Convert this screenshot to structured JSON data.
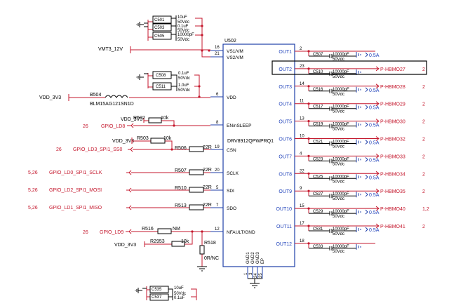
{
  "ic": {
    "ref": "U502",
    "part": "DRV8912QPWPRQ1",
    "left_pins": [
      {
        "name": "VS1/VM",
        "num": "16"
      },
      {
        "name": "VS2/VM",
        "num": "21"
      },
      {
        "name": "VDD",
        "num": "6"
      },
      {
        "name": "EN/nSLEEP",
        "num": "8"
      },
      {
        "name": "CSN",
        "num": "19"
      },
      {
        "name": "SCLK",
        "num": "20"
      },
      {
        "name": "SDI",
        "num": "5"
      },
      {
        "name": "SDO",
        "num": "7"
      },
      {
        "name": "NFAULT/GND",
        "num": "12"
      }
    ],
    "bottom_pins": [
      {
        "name": "GND1",
        "num": "1"
      },
      {
        "name": "GND2",
        "num": "3"
      },
      {
        "name": "GND3",
        "num": "24"
      },
      {
        "name": "EP",
        "num": "25"
      }
    ],
    "outputs": [
      {
        "name": "OUT1",
        "num": "2",
        "cap": "C507",
        "val": "10000pF",
        "volt": "50Vdc",
        "net": "",
        "sheet": "",
        "current": "0.5A"
      },
      {
        "name": "OUT2",
        "num": "23",
        "cap": "C510",
        "val": "10000pF",
        "volt": "50Vdc",
        "net": "P-HBMO27",
        "sheet": "2",
        "current": ""
      },
      {
        "name": "OUT3",
        "num": "14",
        "cap": "C516",
        "val": "10000pF",
        "volt": "50Vdc",
        "net": "P-HBMO28",
        "sheet": "2",
        "current": "0.5A"
      },
      {
        "name": "OUT4",
        "num": "11",
        "cap": "C517",
        "val": "10000pF",
        "volt": "50Vdc",
        "net": "P-HBMO29",
        "sheet": "2",
        "current": "0.5A"
      },
      {
        "name": "OUT5",
        "num": "13",
        "cap": "C519",
        "val": "10000pF",
        "volt": "50Vdc",
        "net": "P-HBMO30",
        "sheet": "2",
        "current": "0.5A"
      },
      {
        "name": "OUT6",
        "num": "10",
        "cap": "C521",
        "val": "10000pF",
        "volt": "50Vdc",
        "net": "P-HBMO32",
        "sheet": "2",
        "current": "0.5A"
      },
      {
        "name": "OUT7",
        "num": "4",
        "cap": "C523",
        "val": "10000pF",
        "volt": "50Vdc",
        "net": "P-HBMO33",
        "sheet": "2",
        "current": "0.5A"
      },
      {
        "name": "OUT8",
        "num": "22",
        "cap": "C525",
        "val": "10000pF",
        "volt": "50Vdc",
        "net": "P-HBMO34",
        "sheet": "2",
        "current": "0.5A"
      },
      {
        "name": "OUT9",
        "num": "9",
        "cap": "C527",
        "val": "10000pF",
        "volt": "50Vdc",
        "net": "P-HBMO35",
        "sheet": "2",
        "current": "0.5A"
      },
      {
        "name": "OUT10",
        "num": "15",
        "cap": "C529",
        "val": "10000pF",
        "volt": "50Vdc",
        "net": "P-HBMO40",
        "sheet": "1,2",
        "current": "0.5A"
      },
      {
        "name": "OUT11",
        "num": "17",
        "cap": "C531",
        "val": "10000pF",
        "volt": "50Vdc",
        "net": "P-HBMO41",
        "sheet": "2",
        "current": "0.5A"
      },
      {
        "name": "OUT12",
        "num": "18",
        "cap": "C533",
        "val": "10000pF",
        "volt": "50Vdc",
        "net": "",
        "sheet": "",
        "current": ""
      }
    ]
  },
  "top_caps": [
    {
      "ref": "C501",
      "val": "10uF",
      "volt": "50Vdc"
    },
    {
      "ref": "C503",
      "val": "0.1uF",
      "volt": "50Vdc"
    },
    {
      "ref": "C505",
      "val": "10000pF",
      "volt": "50Vdc"
    }
  ],
  "vdd_caps": [
    {
      "ref": "C508",
      "val": "0.1uF",
      "volt": "50Vdc"
    },
    {
      "ref": "C511",
      "val": "1.0uF",
      "volt": "50Vdc"
    }
  ],
  "bottom_caps": [
    {
      "ref": "C535",
      "val": "10uF",
      "volt": "50Vdc"
    },
    {
      "ref": "C537",
      "val": "0.1uF",
      "volt": "50Vdc"
    }
  ],
  "nets": {
    "vmt": "VMT3_12V",
    "vdd_main": "VDD_3V3",
    "vdd_pullup1": "VDD_3V3",
    "vdd_pullup2": "VDD_3V3",
    "vdd_pullup3": "VDD_3V3"
  },
  "ferrite": {
    "ref": "B504",
    "part": "BLM15AG121SN1D"
  },
  "resistors": {
    "r502": {
      "ref": "R502",
      "val": "10k"
    },
    "r503": {
      "ref": "R503",
      "val": "10k"
    },
    "r506": {
      "ref": "R506",
      "val": "22R"
    },
    "r507": {
      "ref": "R507",
      "val": "22R"
    },
    "r510": {
      "ref": "R510",
      "val": "22R"
    },
    "r513": {
      "ref": "R513",
      "val": "22R"
    },
    "r516": {
      "ref": "R516",
      "val": "NM"
    },
    "r2953": {
      "ref": "R2953",
      "val": "10k"
    },
    "r518": {
      "ref": "R518",
      "val": "0R/NC"
    }
  },
  "signals": [
    {
      "sheet": "26",
      "net": "GPIO_LD8"
    },
    {
      "sheet": "26",
      "net": "GPIO_LD3_SPI1_SS0"
    },
    {
      "sheet": "5,26",
      "net": "GPIO_LD0_SPI1_SCLK"
    },
    {
      "sheet": "5,26",
      "net": "GPIO_LD2_SPI1_MOSI"
    },
    {
      "sheet": "5,26",
      "net": "GPIO_LD1_SPI1_MISO"
    },
    {
      "sheet": "26",
      "net": "GPIO_LD9"
    }
  ]
}
